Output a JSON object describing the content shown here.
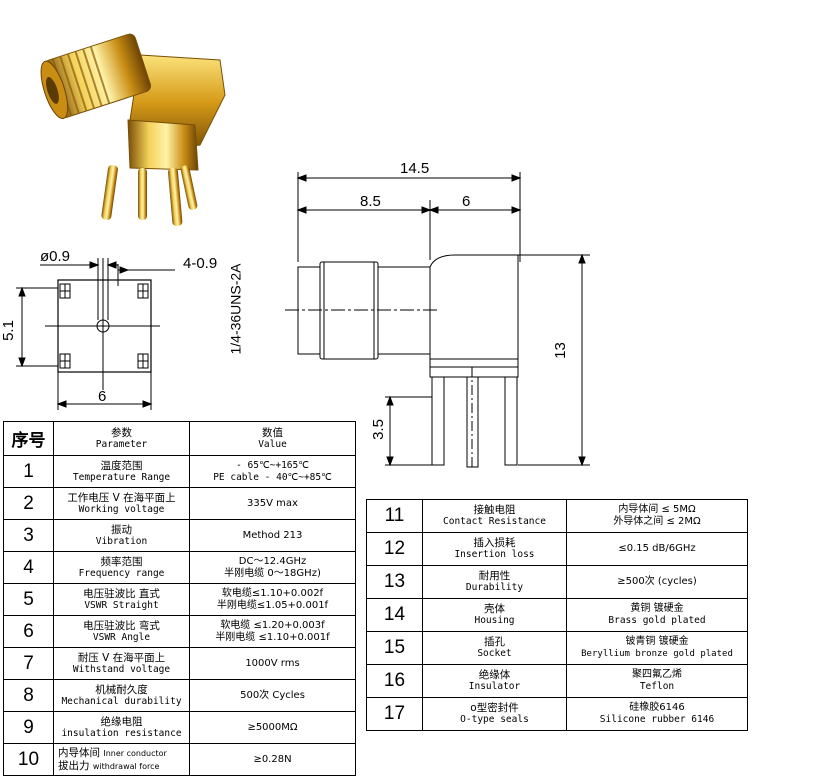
{
  "drawing": {
    "dim_total": "14.5",
    "dim_left": "8.5",
    "dim_right": "6",
    "dim_height": "13",
    "dim_pin": "3.5",
    "thread": "1/4-36UNS-2A",
    "pcb_hole": "ø0.9",
    "pcb_pins": "4-0.9",
    "pcb_side": "5.1",
    "pcb_width": "6"
  },
  "left_table": {
    "header": {
      "num": "序号",
      "param_zh": "参数",
      "param_en": "Parameter",
      "value_zh": "数值",
      "value_en": "Value"
    },
    "rows": [
      {
        "num": "1",
        "zh": "温度范围",
        "en": "Temperature Range",
        "v1": "- 65℃~+165℃",
        "v2": "PE cable - 40℃~+85℃"
      },
      {
        "num": "2",
        "zh": "工作电压 V 在海平面上",
        "en": "Working voltage",
        "v1": "335V max",
        "v2": ""
      },
      {
        "num": "3",
        "zh": "振动",
        "en": "Vibration",
        "v1": "Method 213",
        "v2": ""
      },
      {
        "num": "4",
        "zh": "频率范围",
        "en": "Frequency range",
        "v1": "DC～12.4GHz",
        "v2": "半刚电缆 0～18GHz)"
      },
      {
        "num": "5",
        "zh": "电压驻波比 直式",
        "en": "VSWR Straight",
        "v1": "软电缆≤1.10+0.002f",
        "v2": "半刚电缆≤1.05+0.001f"
      },
      {
        "num": "6",
        "zh": "电压驻波比 弯式",
        "en": "VSWR Angle",
        "v1": "软电缆 ≤1.20+0.003f",
        "v2": "半刚电缆 ≤1.10+0.001f"
      },
      {
        "num": "7",
        "zh": "耐压 V 在海平面上",
        "en": "Withstand voltage",
        "v1": "1000V rms",
        "v2": ""
      },
      {
        "num": "8",
        "zh": "机械耐久度",
        "en": "Mechanical durability",
        "v1": "500次 Cycles",
        "v2": ""
      },
      {
        "num": "9",
        "zh": "绝缘电阻",
        "en": "insulation resistance",
        "v1": "≥5000MΩ",
        "v2": ""
      },
      {
        "num": "10",
        "zh": "内导体间",
        "zh_en": "Inner conductor",
        "zh2": "拔出力",
        "zh2_en": "withdrawal force",
        "v1": "≥0.28N",
        "v2": ""
      }
    ]
  },
  "right_table": {
    "rows": [
      {
        "num": "11",
        "zh": "接触电阻",
        "en": "Contact Resistance",
        "v1": "内导体间 ≤ 5MΩ",
        "v2": "外导体之间 ≤ 2MΩ"
      },
      {
        "num": "12",
        "zh": "插入损耗",
        "en": "Insertion loss",
        "v1": "≤0.15 dB/6GHz",
        "v2": ""
      },
      {
        "num": "13",
        "zh": "耐用性",
        "en": "Durability",
        "v1": "≥500次 (cycles)",
        "v2": ""
      },
      {
        "num": "14",
        "zh": "壳体",
        "en": "Housing",
        "v1": "黄铜 镀硬金",
        "v2": "Brass gold plated"
      },
      {
        "num": "15",
        "zh": "插孔",
        "en": "Socket",
        "v1": "铍青铜 镀硬金",
        "v2": "Beryllium bronze gold plated"
      },
      {
        "num": "16",
        "zh": "绝缘体",
        "en": "Insulator",
        "v1": "聚四氟乙烯",
        "v2": "Teflon"
      },
      {
        "num": "17",
        "zh": "o型密封件",
        "en": "O-type seals",
        "v1": "硅橡胶6146",
        "v2": "Silicone rubber 6146"
      }
    ]
  },
  "colors": {
    "gold": "#d9a21a",
    "gold_dark": "#8a5a08",
    "line": "#000000"
  }
}
